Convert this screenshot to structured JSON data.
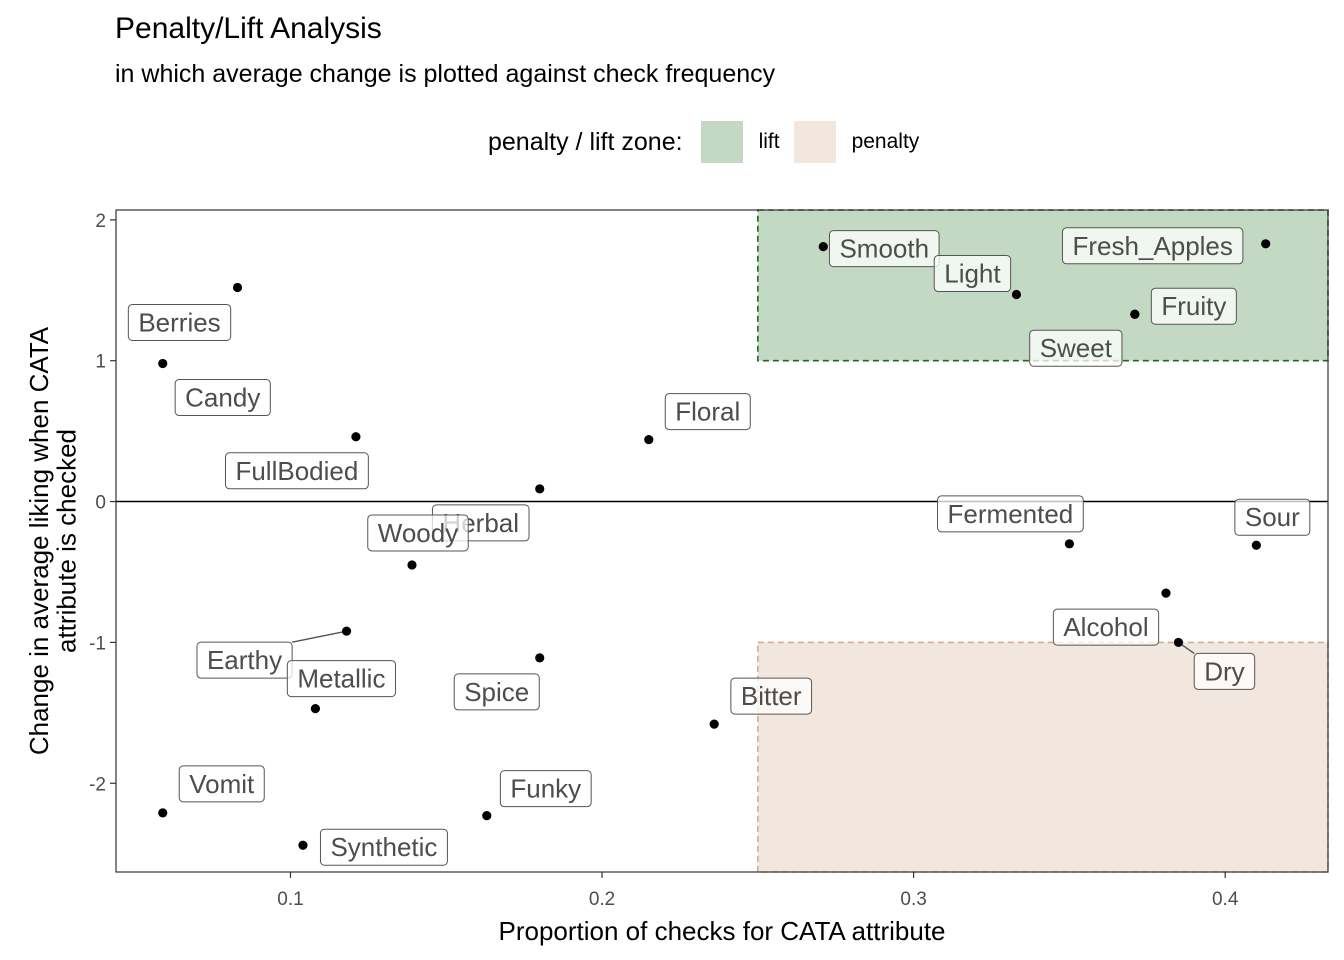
{
  "title": "Penalty/Lift Analysis",
  "subtitle": "in which average change is plotted against check frequency",
  "legend": {
    "title": "penalty / lift zone:",
    "items": [
      {
        "label": "lift",
        "color": "#c3d9c3"
      },
      {
        "label": "penalty",
        "color": "#f1e7de"
      }
    ]
  },
  "chart_data": {
    "type": "scatter",
    "xlabel": "Proportion of checks for CATA attribute",
    "ylabel": "Change in average liking when CATA attribute is checked",
    "xlim": [
      0.044,
      0.433
    ],
    "ylim": [
      -2.63,
      2.07
    ],
    "x_ticks": [
      "0.1",
      "0.2",
      "0.3",
      "0.4"
    ],
    "y_ticks": [
      "-2",
      "-1",
      "0",
      "1",
      "2"
    ],
    "reference_line_y": 0,
    "zones": [
      {
        "name": "lift",
        "x_from": 0.25,
        "y_from": 1.0,
        "color": "#c3d9c3",
        "border": "#1f6b1f"
      },
      {
        "name": "penalty",
        "x_from": 0.25,
        "y_to": -1.0,
        "color": "#f1e7de",
        "border": "#d9ab8a"
      }
    ],
    "points": [
      {
        "label": "Berries",
        "x": 0.083,
        "y": 1.52
      },
      {
        "label": "Candy",
        "x": 0.059,
        "y": 0.98
      },
      {
        "label": "FullBodied",
        "x": 0.121,
        "y": 0.46
      },
      {
        "label": "Herbal",
        "x": 0.18,
        "y": 0.09
      },
      {
        "label": "Floral",
        "x": 0.215,
        "y": 0.44
      },
      {
        "label": "Woody",
        "x": 0.139,
        "y": -0.45
      },
      {
        "label": "Earthy",
        "x": 0.118,
        "y": -0.92
      },
      {
        "label": "Metallic",
        "x": 0.108,
        "y": -1.47
      },
      {
        "label": "Spice",
        "x": 0.18,
        "y": -1.11
      },
      {
        "label": "Bitter",
        "x": 0.236,
        "y": -1.58
      },
      {
        "label": "Vomit",
        "x": 0.059,
        "y": -2.21
      },
      {
        "label": "Synthetic",
        "x": 0.104,
        "y": -2.44
      },
      {
        "label": "Funky",
        "x": 0.163,
        "y": -2.23
      },
      {
        "label": "Smooth",
        "x": 0.271,
        "y": 1.81
      },
      {
        "label": "Light",
        "x": 0.333,
        "y": 1.47
      },
      {
        "label": "Fresh_Apples",
        "x": 0.413,
        "y": 1.83
      },
      {
        "label": "Fruity",
        "x": 0.371,
        "y": 1.33
      },
      {
        "label": "Sweet",
        "x": 0.371,
        "y": 1.33
      },
      {
        "label": "Fermented",
        "x": 0.35,
        "y": -0.3
      },
      {
        "label": "Sour",
        "x": 0.41,
        "y": -0.31
      },
      {
        "label": "Alcohol",
        "x": 0.381,
        "y": -0.65
      },
      {
        "label": "Dry",
        "x": 0.385,
        "y": -1.0
      }
    ]
  }
}
